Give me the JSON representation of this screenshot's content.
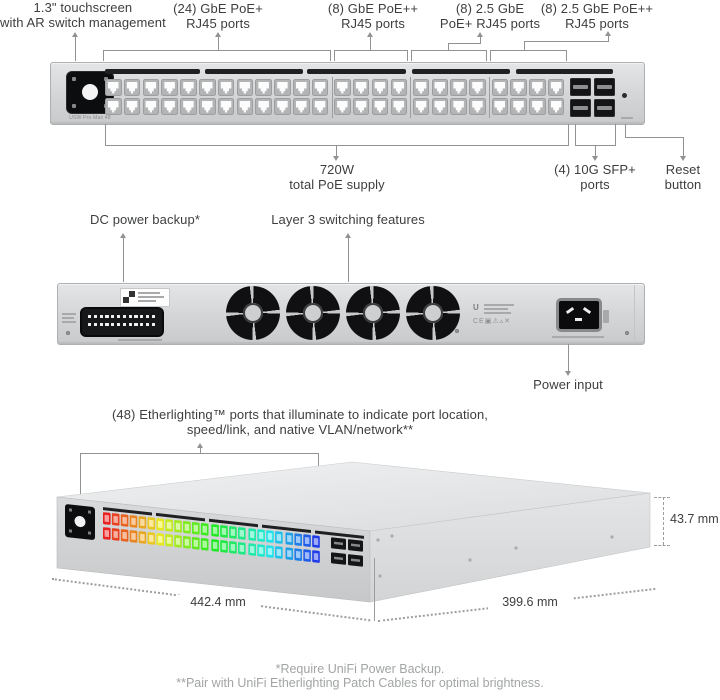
{
  "annotations": {
    "top": [
      {
        "id": "touchscreen",
        "text": "1.3\" touchscreen\nwith AR switch management"
      },
      {
        "id": "gbe-poe-24",
        "text": "(24) GbE PoE+\nRJ45 ports"
      },
      {
        "id": "gbe-poepp-8",
        "text": "(8) GbE PoE++\nRJ45 ports"
      },
      {
        "id": "25gbe-poe-8",
        "text": "(8) 2.5 GbE\nPoE+ RJ45 ports"
      },
      {
        "id": "25gbe-poepp-8",
        "text": "(8) 2.5 GbE PoE++\nRJ45 ports"
      }
    ],
    "front_below": [
      {
        "id": "poe-supply",
        "text": "720W\ntotal PoE supply"
      },
      {
        "id": "sfp-ports",
        "text": "(4) 10G SFP+\nports"
      },
      {
        "id": "reset",
        "text": "Reset\nbutton"
      }
    ],
    "rear_above": [
      {
        "id": "dc-backup",
        "text": "DC power backup*"
      },
      {
        "id": "layer3",
        "text": "Layer 3 switching features"
      }
    ],
    "rear_below": [
      {
        "id": "power-input",
        "text": "Power input"
      }
    ],
    "etherlighting": "(48) Etherlighting™ ports that illuminate to indicate port location,\nspeed/link, and native VLAN/network**"
  },
  "dimensions": {
    "width": "442.4 mm",
    "depth": "399.6 mm",
    "height": "43.7 mm"
  },
  "footnotes": "*Require UniFi Power Backup.\n**Pair with UniFi Etherlighting Patch Cables for optimal brightness.",
  "front_panel": {
    "screen_caption": "USW Pro Max 48",
    "rj45_columns": 24,
    "rj45_rows": 2,
    "rj45_total": 48,
    "sfp_count": 4,
    "port_group_sizes": [
      24,
      8,
      8,
      8
    ]
  },
  "rear_panel": {
    "fan_count": 4,
    "dc_pin_columns": 12,
    "dc_pin_rows": 2
  },
  "etherlighting_colors": {
    "hue_start": 0,
    "hue_end": 232,
    "sample_stops": [
      "#e03a2a",
      "#ef7e1f",
      "#f0c31d",
      "#8ccf2c",
      "#2ecc78",
      "#27c2c9",
      "#2b7de0",
      "#2853e6"
    ]
  },
  "colors": {
    "chassis": "#d5d7d8",
    "leader": "#909293",
    "label_text": "#3d3e3f",
    "footnote_text": "#a2a4a5",
    "strip_black": "#202022"
  }
}
